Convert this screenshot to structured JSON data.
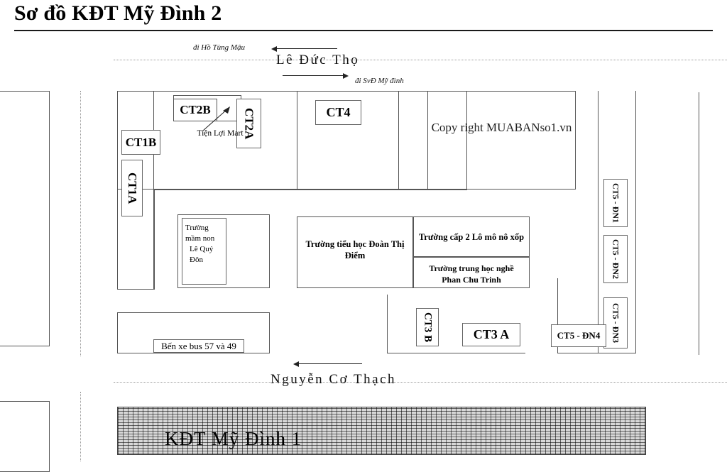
{
  "title": "Sơ đồ KĐT Mỹ Đình 2",
  "watermark": "Copy right MUABANso1.vn",
  "roads": {
    "top": {
      "name": "Lê Đức Thọ",
      "to_left": "đi Hồ Tùng Mậu",
      "to_right": "đi SvĐ Mỹ đình"
    },
    "bottom": {
      "name": "Nguyễn Cơ Thạch"
    }
  },
  "blocks": {
    "ct1b": "CT1B",
    "ct1a": "CT1A",
    "ct2b": "CT2B",
    "ct2a": "CT2A",
    "ct4": "CT4",
    "ct3b": "CT3 B",
    "ct3a": "CT3 A",
    "ct5_dn1": "CT5 - ĐN1",
    "ct5_dn2": "CT5 - ĐN2",
    "ct5_dn3": "CT5 - ĐN3",
    "ct5_dn4": "CT5 - ĐN4"
  },
  "places": {
    "mart": "Tiện Lợi Mart",
    "kindergarten_line1": "Trường mầm non",
    "kindergarten_line2": "Lê Quý Đôn",
    "primary_school": "Trường tiểu học Đoàn Thị Điểm",
    "secondary_school": "Trường cấp 2 Lô mô nô xốp",
    "vocational_line1": "Trường trung học nghề",
    "vocational_line2": "Phan Chu Trinh",
    "bus_station": "Bến xe bus 57 và 49"
  },
  "neighbor_area": "KĐT Mỹ Đình 1"
}
